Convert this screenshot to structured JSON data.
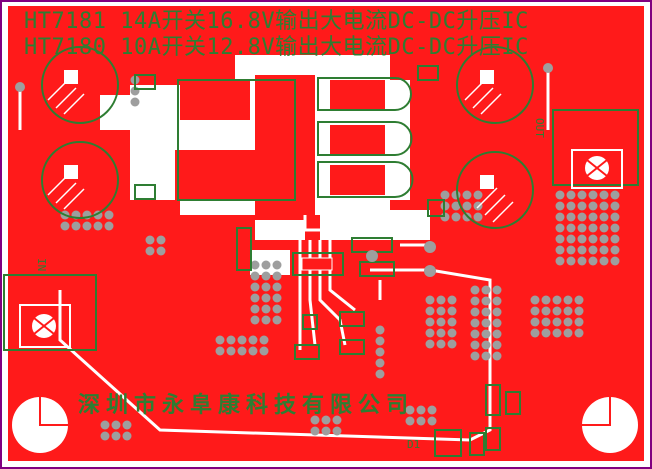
{
  "title_lines": [
    "HT7181 14A开关16.8V输出大电流DC-DC升压IC",
    "HT7180 10A开关12.8V输出大电流DC-DC升压IC"
  ],
  "company": "深圳市永阜康科技有限公司",
  "labels": {
    "led": "D1",
    "left_connector": "IN",
    "right_connector": "OUT"
  },
  "colors": {
    "board_red": "#ff1a1a",
    "copper_white": "#ffffff",
    "silkscreen": "#2e7d32",
    "via_gray": "#9e9e9e",
    "outline": "#800080"
  }
}
